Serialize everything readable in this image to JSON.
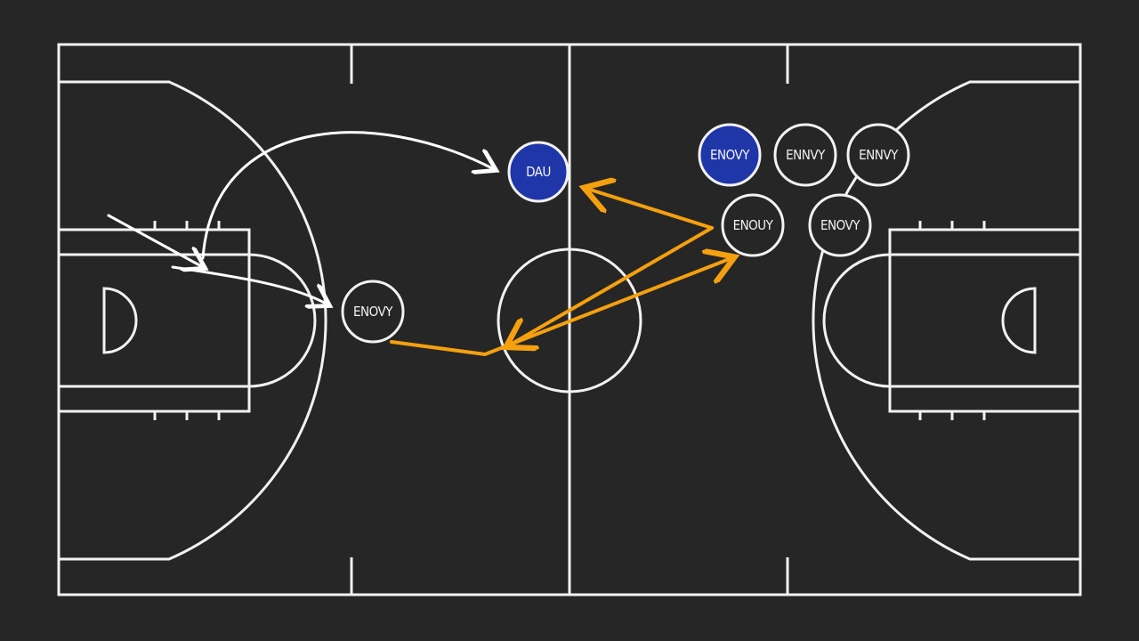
{
  "colors": {
    "background": "#262626",
    "court_lines": "#f2f2f2",
    "defense_paths": "#ffffff",
    "pass_paths": "#f5a00f",
    "highlight_player": "#1f36a8"
  },
  "players": [
    {
      "id": "p1",
      "label": "DAU",
      "highlight": true
    },
    {
      "id": "p2",
      "label": "ENOVY",
      "highlight": false
    },
    {
      "id": "p3",
      "label": "ENOVY",
      "highlight": true
    },
    {
      "id": "p4",
      "label": "ENNVY",
      "highlight": false
    },
    {
      "id": "p5",
      "label": "ENNVY",
      "highlight": false
    },
    {
      "id": "p6",
      "label": "ENOUY",
      "highlight": false
    },
    {
      "id": "p7",
      "label": "ENOVY",
      "highlight": false
    }
  ],
  "paths": [
    {
      "id": "white-arrow-top",
      "kind": "movement"
    },
    {
      "id": "white-arrow-left-1",
      "kind": "movement"
    },
    {
      "id": "white-arrow-left-2",
      "kind": "movement"
    },
    {
      "id": "orange-pass-out",
      "kind": "pass"
    },
    {
      "id": "orange-pass-back",
      "kind": "pass"
    },
    {
      "id": "orange-pass-top",
      "kind": "pass"
    }
  ]
}
